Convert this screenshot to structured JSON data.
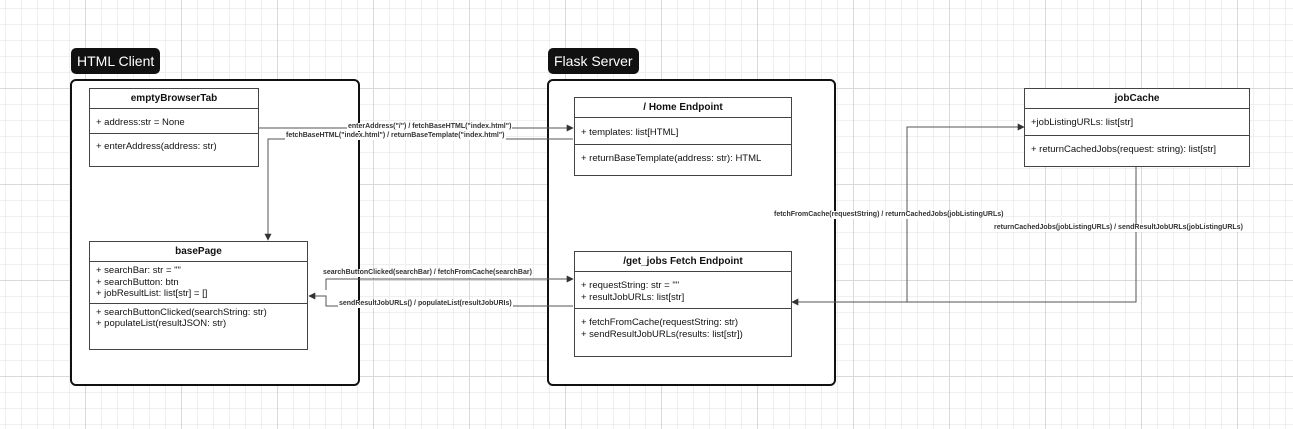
{
  "containers": {
    "client": {
      "label": "HTML Client"
    },
    "server": {
      "label": "Flask Server"
    }
  },
  "classes": {
    "emptyBrowserTab": {
      "name": "emptyBrowserTab",
      "attributes": [
        "+ address:str = None"
      ],
      "methods": [
        "+ enterAddress(address: str)"
      ]
    },
    "basePage": {
      "name": "basePage",
      "attributes": [
        "+ searchBar: str = \"\"",
        "+ searchButton: btn",
        "+ jobResultList: list[str] = []"
      ],
      "methods": [
        "+ searchButtonClicked(searchString: str)",
        "+ populateList(resultJSON: str)"
      ]
    },
    "homeEndpoint": {
      "name": "/ Home Endpoint",
      "attributes": [
        "+ templates: list[HTML]"
      ],
      "methods": [
        "+ returnBaseTemplate(address: str): HTML"
      ]
    },
    "getJobs": {
      "name": "/get_jobs Fetch Endpoint",
      "attributes": [
        "+ requestString: str = \"\"",
        "+ resultJobURLs: list[str]"
      ],
      "methods": [
        "+ fetchFromCache(requestString: str)",
        "+ sendResultJobURLs(results: list[str])"
      ]
    },
    "jobCache": {
      "name": "jobCache",
      "attributes": [
        "+jobListingURLs: list[str]"
      ],
      "methods": [
        "+ returnCachedJobs(request: string): list[str]"
      ]
    }
  },
  "edges": {
    "enterAddress": "enterAddress(\"/\") / fetchBaseHTML(\"index.html\")",
    "fetchBaseHTML": "fetchBaseHTML(\"index.html\") / returnBaseTemplate(\"index.html\")",
    "searchButtonClicked": "searchButtonClicked(searchBar) / fetchFromCache(searchBar)",
    "sendResultJobURLs": "sendResultJobURLs() / populateList(resultJobURIs)",
    "fetchFromCache": "fetchFromCache(requestString) / returnCachedJobs(jobListingURLs)",
    "returnCachedJobs": "returnCachedJobs(jobListingURLs) / sendResultJobURLs(jobListingURLs)"
  }
}
